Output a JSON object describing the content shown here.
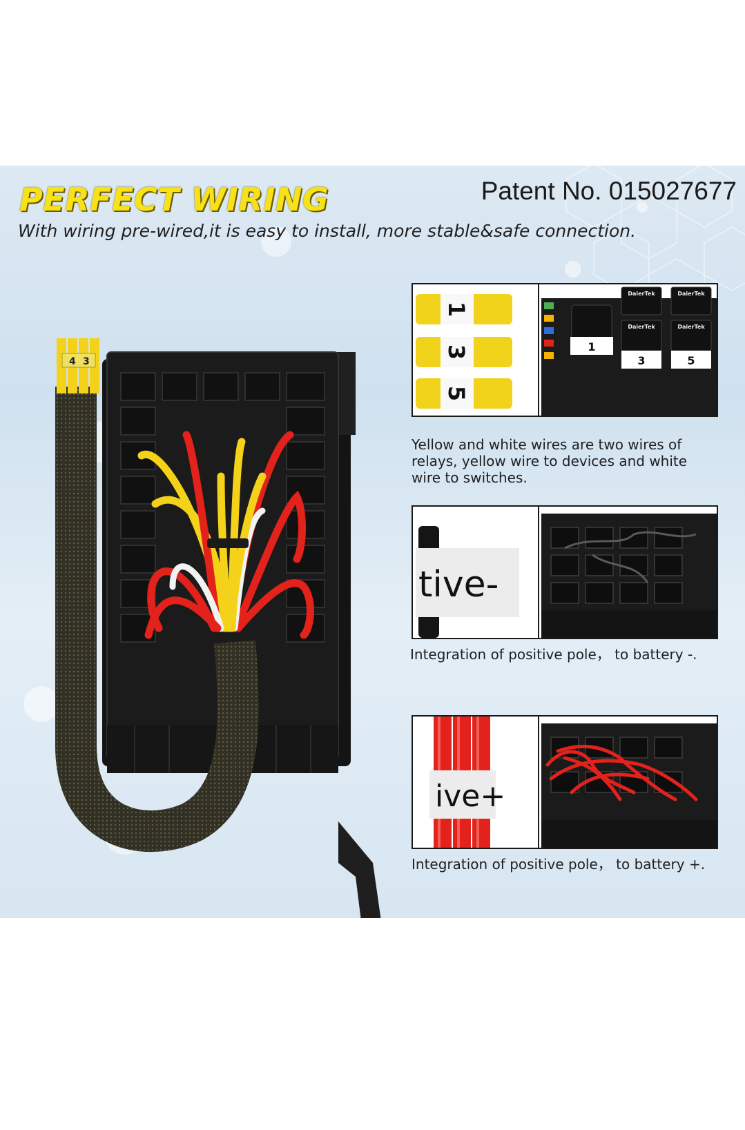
{
  "header": {
    "title": "PERFECT WIRING",
    "patent": "Patent No. 015027677",
    "subtitle": "With wiring pre-wired,it is easy to install, more stable&safe connection."
  },
  "main_illustration": {
    "harness_labels": [
      "4",
      "3"
    ]
  },
  "panels": [
    {
      "wire_labels": [
        "1",
        "3",
        "5"
      ],
      "relay_brand": "DaierTek",
      "relay_slots": [
        "1",
        "3",
        "5"
      ],
      "caption": "Yellow and white wires are two wires of relays, yellow wire to devices and white wire to switches."
    },
    {
      "wire_label": "tive-",
      "caption": "Integration of positive pole， to battery -."
    },
    {
      "wire_label": "ive+",
      "caption": "Integration of positive pole， to battery +."
    }
  ],
  "colors": {
    "title_yellow": "#f7e21a",
    "wire_yellow": "#f5d21a",
    "wire_red": "#e3221c",
    "wire_white": "#f2f2f2",
    "box_black": "#1b1b1b"
  }
}
